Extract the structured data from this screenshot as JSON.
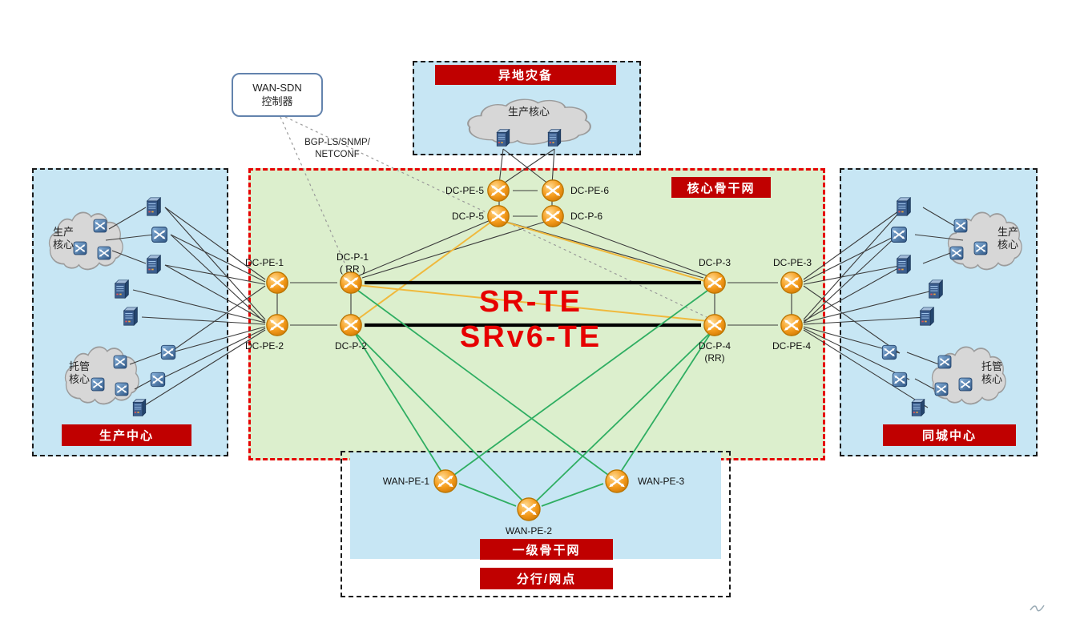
{
  "colors": {
    "region_blue": "#c7e6f4",
    "region_green": "#dcefcd",
    "label_red": "#c00000",
    "accent_red": "#e60000",
    "line_green": "#2fae62",
    "line_yellow": "#f0b93c",
    "router_gold": "#f59d1e",
    "switch_blue": "#3c5e8e"
  },
  "controller": {
    "title_line1": "WAN-SDN",
    "title_line2": "控制器",
    "protocol_line1": "BGP-LS/SNMP/",
    "protocol_line2": "NETCONF"
  },
  "regions": {
    "disaster": {
      "label": "异地灾备",
      "cloud_label": "生产核心"
    },
    "production": {
      "label": "生产中心",
      "cloud_top": "生产核心",
      "cloud_bottom": "托管核心"
    },
    "core": {
      "label": "核心骨干网",
      "te_line1": "SR-TE",
      "te_line2": "SRv6-TE"
    },
    "metro": {
      "label": "同城中心",
      "cloud_top": "生产核心",
      "cloud_bottom": "托管核心"
    },
    "wan": {
      "label": "一级骨干网"
    },
    "branch": {
      "label": "分行/网点"
    }
  },
  "nodes": {
    "dc_pe_5": "DC-PE-5",
    "dc_pe_6": "DC-PE-6",
    "dc_p_5": "DC-P-5",
    "dc_p_6": "DC-P-6",
    "dc_pe_1": "DC-PE-1",
    "dc_p_1": "DC-P-1",
    "dc_p_1_rr": "( RR )",
    "dc_p_3": "DC-P-3",
    "dc_pe_3": "DC-PE-3",
    "dc_pe_2": "DC-PE-2",
    "dc_p_2": "DC-P-2",
    "dc_p_4": "DC-P-4",
    "dc_p_4_rr": "(RR)",
    "dc_pe_4": "DC-PE-4",
    "wan_pe_1": "WAN-PE-1",
    "wan_pe_2": "WAN-PE-2",
    "wan_pe_3": "WAN-PE-3"
  }
}
